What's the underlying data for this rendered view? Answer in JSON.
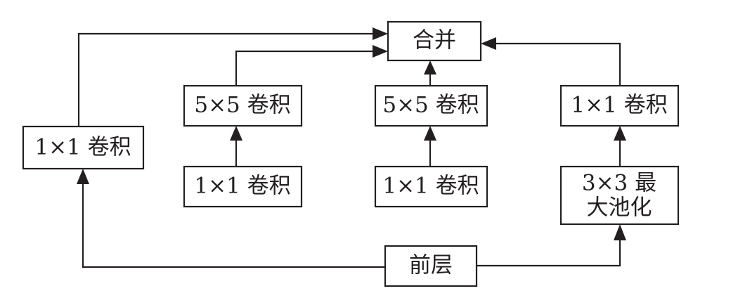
{
  "diagram": {
    "nodes": {
      "merge": "合并",
      "conv1x1_left": "1×1 卷积",
      "conv5x5_a": "5×5 卷积",
      "conv5x5_b": "5×5 卷积",
      "conv1x1_right_top": "1×1 卷积",
      "conv1x1_a": "1×1 卷积",
      "conv1x1_b": "1×1 卷积",
      "maxpool_line1": "3×3 最",
      "maxpool_line2": "大池化",
      "prev_layer": "前层"
    }
  }
}
